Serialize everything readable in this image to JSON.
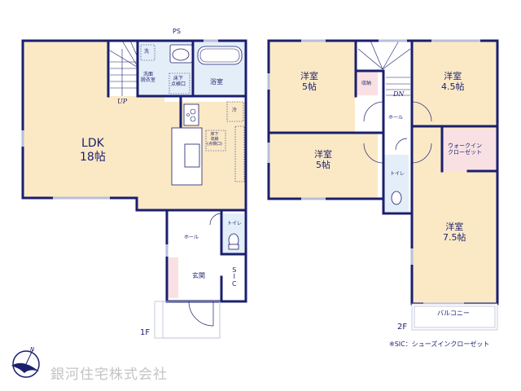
{
  "floor1": {
    "label": "1F",
    "rooms": {
      "ldk": {
        "name": "LDK",
        "size": "18帖"
      },
      "washroom": {
        "name_line1": "洗面",
        "name_line2": "脱衣室"
      },
      "washer": {
        "label": "洗"
      },
      "underfloor_inspection": {
        "line1": "床下",
        "line2": "点検口"
      },
      "bath": {
        "name": "浴室"
      },
      "fridge": {
        "label": "冷"
      },
      "underfloor_storage": {
        "line1": "床下",
        "line2": "収納",
        "line3": "(点検口)"
      },
      "hall": {
        "name": "ホール"
      },
      "toilet": {
        "name": "トイレ"
      },
      "entrance": {
        "name": "玄関"
      },
      "sic": {
        "name": "S\nI\nC"
      },
      "stairs": {
        "label": "UP"
      },
      "ps": {
        "label": "PS"
      }
    }
  },
  "floor2": {
    "label": "2F",
    "rooms": {
      "western1": {
        "name": "洋室",
        "size": "5帖"
      },
      "storage": {
        "name": "収納"
      },
      "western2": {
        "name": "洋室",
        "size": "4.5帖"
      },
      "stairs": {
        "label": "DN"
      },
      "hall": {
        "name": "ホール"
      },
      "western3": {
        "name": "洋室",
        "size": "5帖"
      },
      "walkin": {
        "line1": "ウォークイン",
        "line2": "クローゼット"
      },
      "toilet": {
        "name": "トイレ"
      },
      "western4": {
        "name": "洋室",
        "size": "7.5帖"
      },
      "balcony": {
        "name": "バルコニー"
      }
    }
  },
  "footnote": "※SIC：シューズインクローゼット",
  "company": "銀河住宅株式会社",
  "compass": {
    "label": "N"
  },
  "colors": {
    "wall": "#1a1f6e",
    "floor_wood": "#fbe9c6",
    "wet_area": "#e4eef8",
    "storage_pink": "#f9e1e3",
    "window": "#b9bfd8"
  }
}
